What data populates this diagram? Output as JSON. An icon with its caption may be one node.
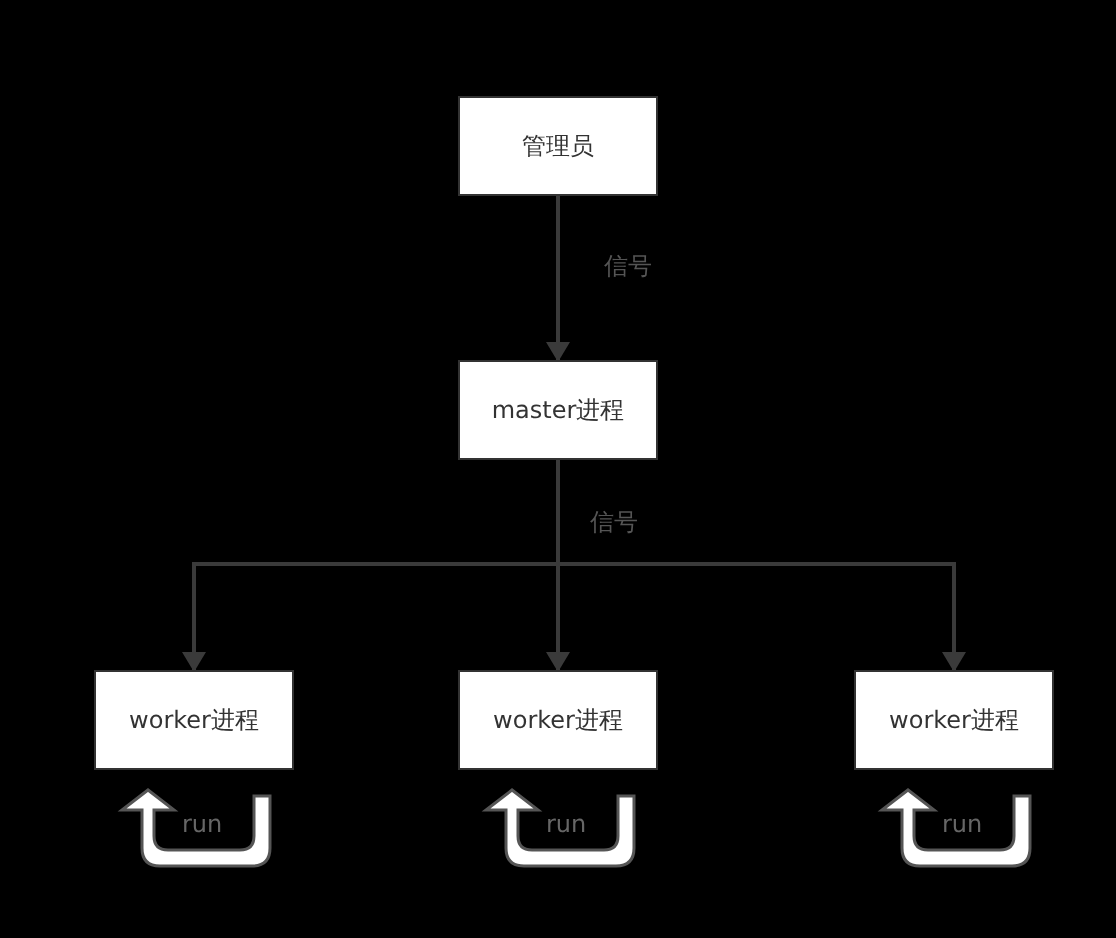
{
  "diagram": {
    "nodes": [
      {
        "text": [
          "管理员"
        ]
      },
      {
        "text": [
          "master进程"
        ]
      },
      {
        "text": [
          "worker进程"
        ]
      },
      {
        "text": [
          "worker进程"
        ]
      },
      {
        "text": [
          "worker进程"
        ]
      }
    ],
    "edges": [
      {
        "from": 0,
        "to": 1,
        "arrow": "to",
        "label": "信号"
      },
      {
        "from": 1,
        "to": 2,
        "arrow": "to"
      },
      {
        "from": 1,
        "to": 3,
        "arrow": "to",
        "label": "信号"
      },
      {
        "from": 1,
        "to": 4,
        "arrow": "to"
      }
    ],
    "labels": [
      "run",
      "run",
      "run"
    ]
  }
}
